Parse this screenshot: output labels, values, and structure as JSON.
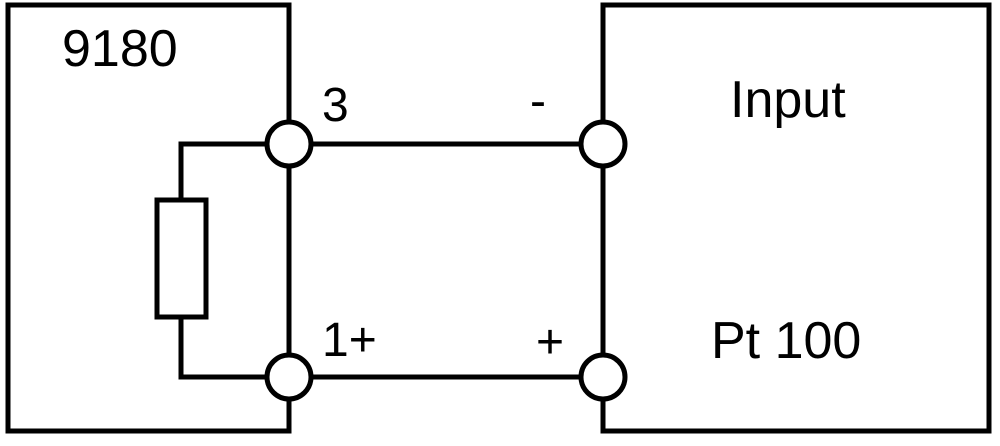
{
  "device_left": {
    "title": "9180",
    "terminals": [
      {
        "label": "3"
      },
      {
        "label": "1+"
      }
    ]
  },
  "device_right": {
    "title": "Input",
    "subtitle": "Pt 100",
    "terminals": [
      {
        "label": "-"
      },
      {
        "label": "+"
      }
    ]
  },
  "colors": {
    "line": "#000000",
    "background": "#ffffff"
  }
}
